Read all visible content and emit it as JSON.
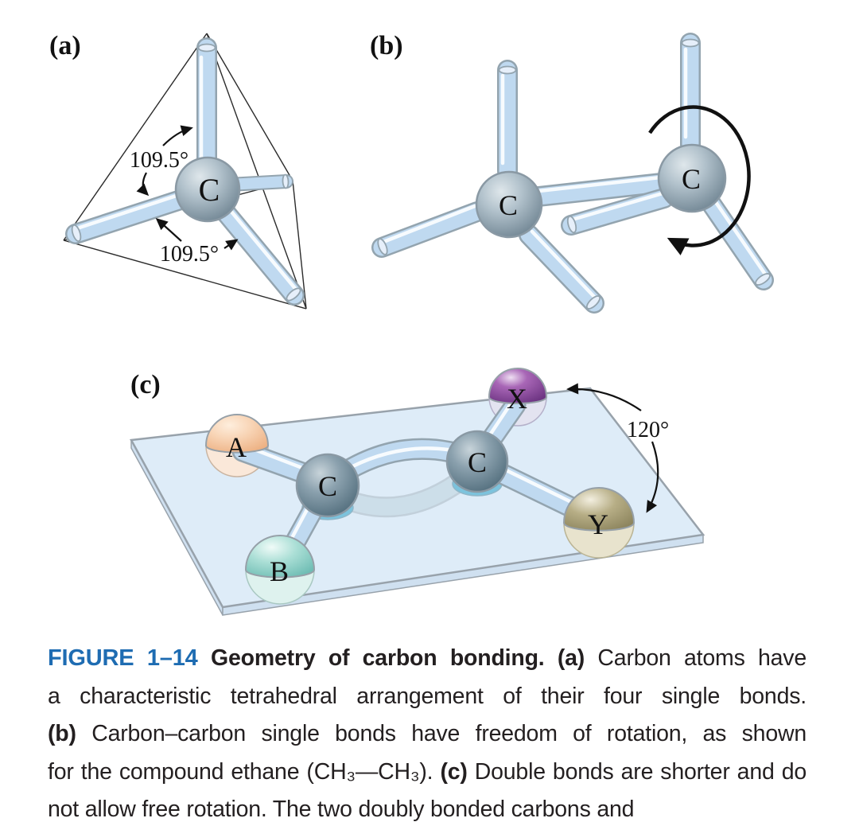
{
  "figure": {
    "panels": {
      "a": {
        "label": "(a)",
        "atom": "C",
        "angle_top": "109.5°",
        "angle_bottom": "109.5°"
      },
      "b": {
        "label": "(b)",
        "atom_left": "C",
        "atom_right": "C"
      },
      "c": {
        "label": "(c)",
        "atom_left": "C",
        "atom_right": "C",
        "substituent_a": "A",
        "substituent_b": "B",
        "substituent_x": "X",
        "substituent_y": "Y",
        "angle": "120°"
      }
    },
    "colors": {
      "figure_number_blue": "#1e6cb2",
      "bond_blue": "#bfd9f0",
      "bond_outline_gray": "#93a4af",
      "carbon_sphere_gray": "#7e93a0",
      "plane_blue": "#dcebf8",
      "under_plane_cyan": "#7cc3dd",
      "sphere_a_peach": "#f8d4b5",
      "sphere_b_teal": "#abdfd6",
      "sphere_x_purple": "#9a55a8",
      "sphere_y_olive": "#b2aa82"
    }
  },
  "caption": {
    "lines": [
      {
        "segments": [
          {
            "text": "FIGURE 1–14 ",
            "style": "fignum"
          },
          {
            "text": " Geometry of carbon bonding. ",
            "style": "bold"
          },
          {
            "text": "(a)",
            "style": "bold"
          },
          {
            "text": " Carbon atoms have",
            "style": "normal"
          }
        ]
      },
      {
        "segments": [
          {
            "text": "a characteristic tetrahedral arrangement of their four single bonds.",
            "style": "normal"
          }
        ]
      },
      {
        "segments": [
          {
            "text": "(b)",
            "style": "bold"
          },
          {
            "text": " Carbon–carbon single bonds have freedom of rotation, as shown",
            "style": "normal"
          }
        ]
      },
      {
        "segments": [
          {
            "text": "for the compound ethane (CH₃—CH₃). ",
            "style": "normal"
          },
          {
            "text": "(c)",
            "style": "bold"
          },
          {
            "text": " Double bonds are shorter and do not allow free rotation. The two doubly bonded carbons and",
            "style": "normal"
          }
        ]
      }
    ]
  }
}
